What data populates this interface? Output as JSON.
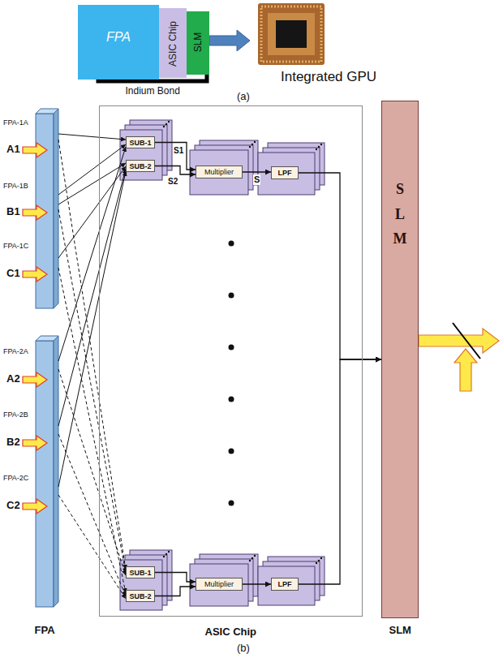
{
  "diagram": {
    "nodes": [
      {
        "text": [
          "FPA"
        ]
      },
      {
        "text": [
          "ASIC Chip"
        ]
      },
      {
        "text": [
          "SLM"
        ]
      },
      {
        "text": [
          "ASIC Chip"
        ]
      },
      {
        "text": [
          "SUB-1"
        ],
        "in": 3
      },
      {
        "text": [
          "SUB-2"
        ],
        "in": 3
      },
      {
        "text": [
          "Multiplier"
        ],
        "in": 3
      },
      {
        "text": [
          "LPF"
        ],
        "in": 3
      },
      {
        "text": [
          "SUB-1"
        ],
        "in": 3
      },
      {
        "text": [
          "SUB-2"
        ],
        "in": 3
      },
      {
        "text": [
          "Multiplier"
        ],
        "in": 3
      },
      {
        "text": [
          "LPF"
        ],
        "in": 3
      },
      {
        "text": [
          "SLM",
          "SLM"
        ]
      }
    ],
    "edges": [
      {
        "from": 4,
        "to": 6,
        "arrow": "to"
      },
      {
        "from": 5,
        "to": 6,
        "arrow": "to"
      },
      {
        "from": 6,
        "to": 7,
        "label": "S",
        "arrow": "to"
      },
      {
        "from": 7,
        "to": 12,
        "arrow": "to"
      },
      {
        "from": 8,
        "to": 10,
        "arrow": "to"
      },
      {
        "from": 9,
        "to": 10,
        "arrow": "to"
      },
      {
        "from": 10,
        "to": 11,
        "arrow": "to"
      },
      {
        "from": 11,
        "to": 12,
        "arrow": "to"
      }
    ],
    "labels": [
      "Indium Bond",
      "Integrated GPU",
      "(a)",
      "FPA-1A",
      "A1",
      "FPA-1B",
      "B1",
      "FPA-1C",
      "C1",
      "FPA-2A",
      "A2",
      "FPA-2B",
      "B2",
      "FPA-2C",
      "C2",
      "S1",
      "S2",
      "FPA",
      "(b)"
    ]
  }
}
